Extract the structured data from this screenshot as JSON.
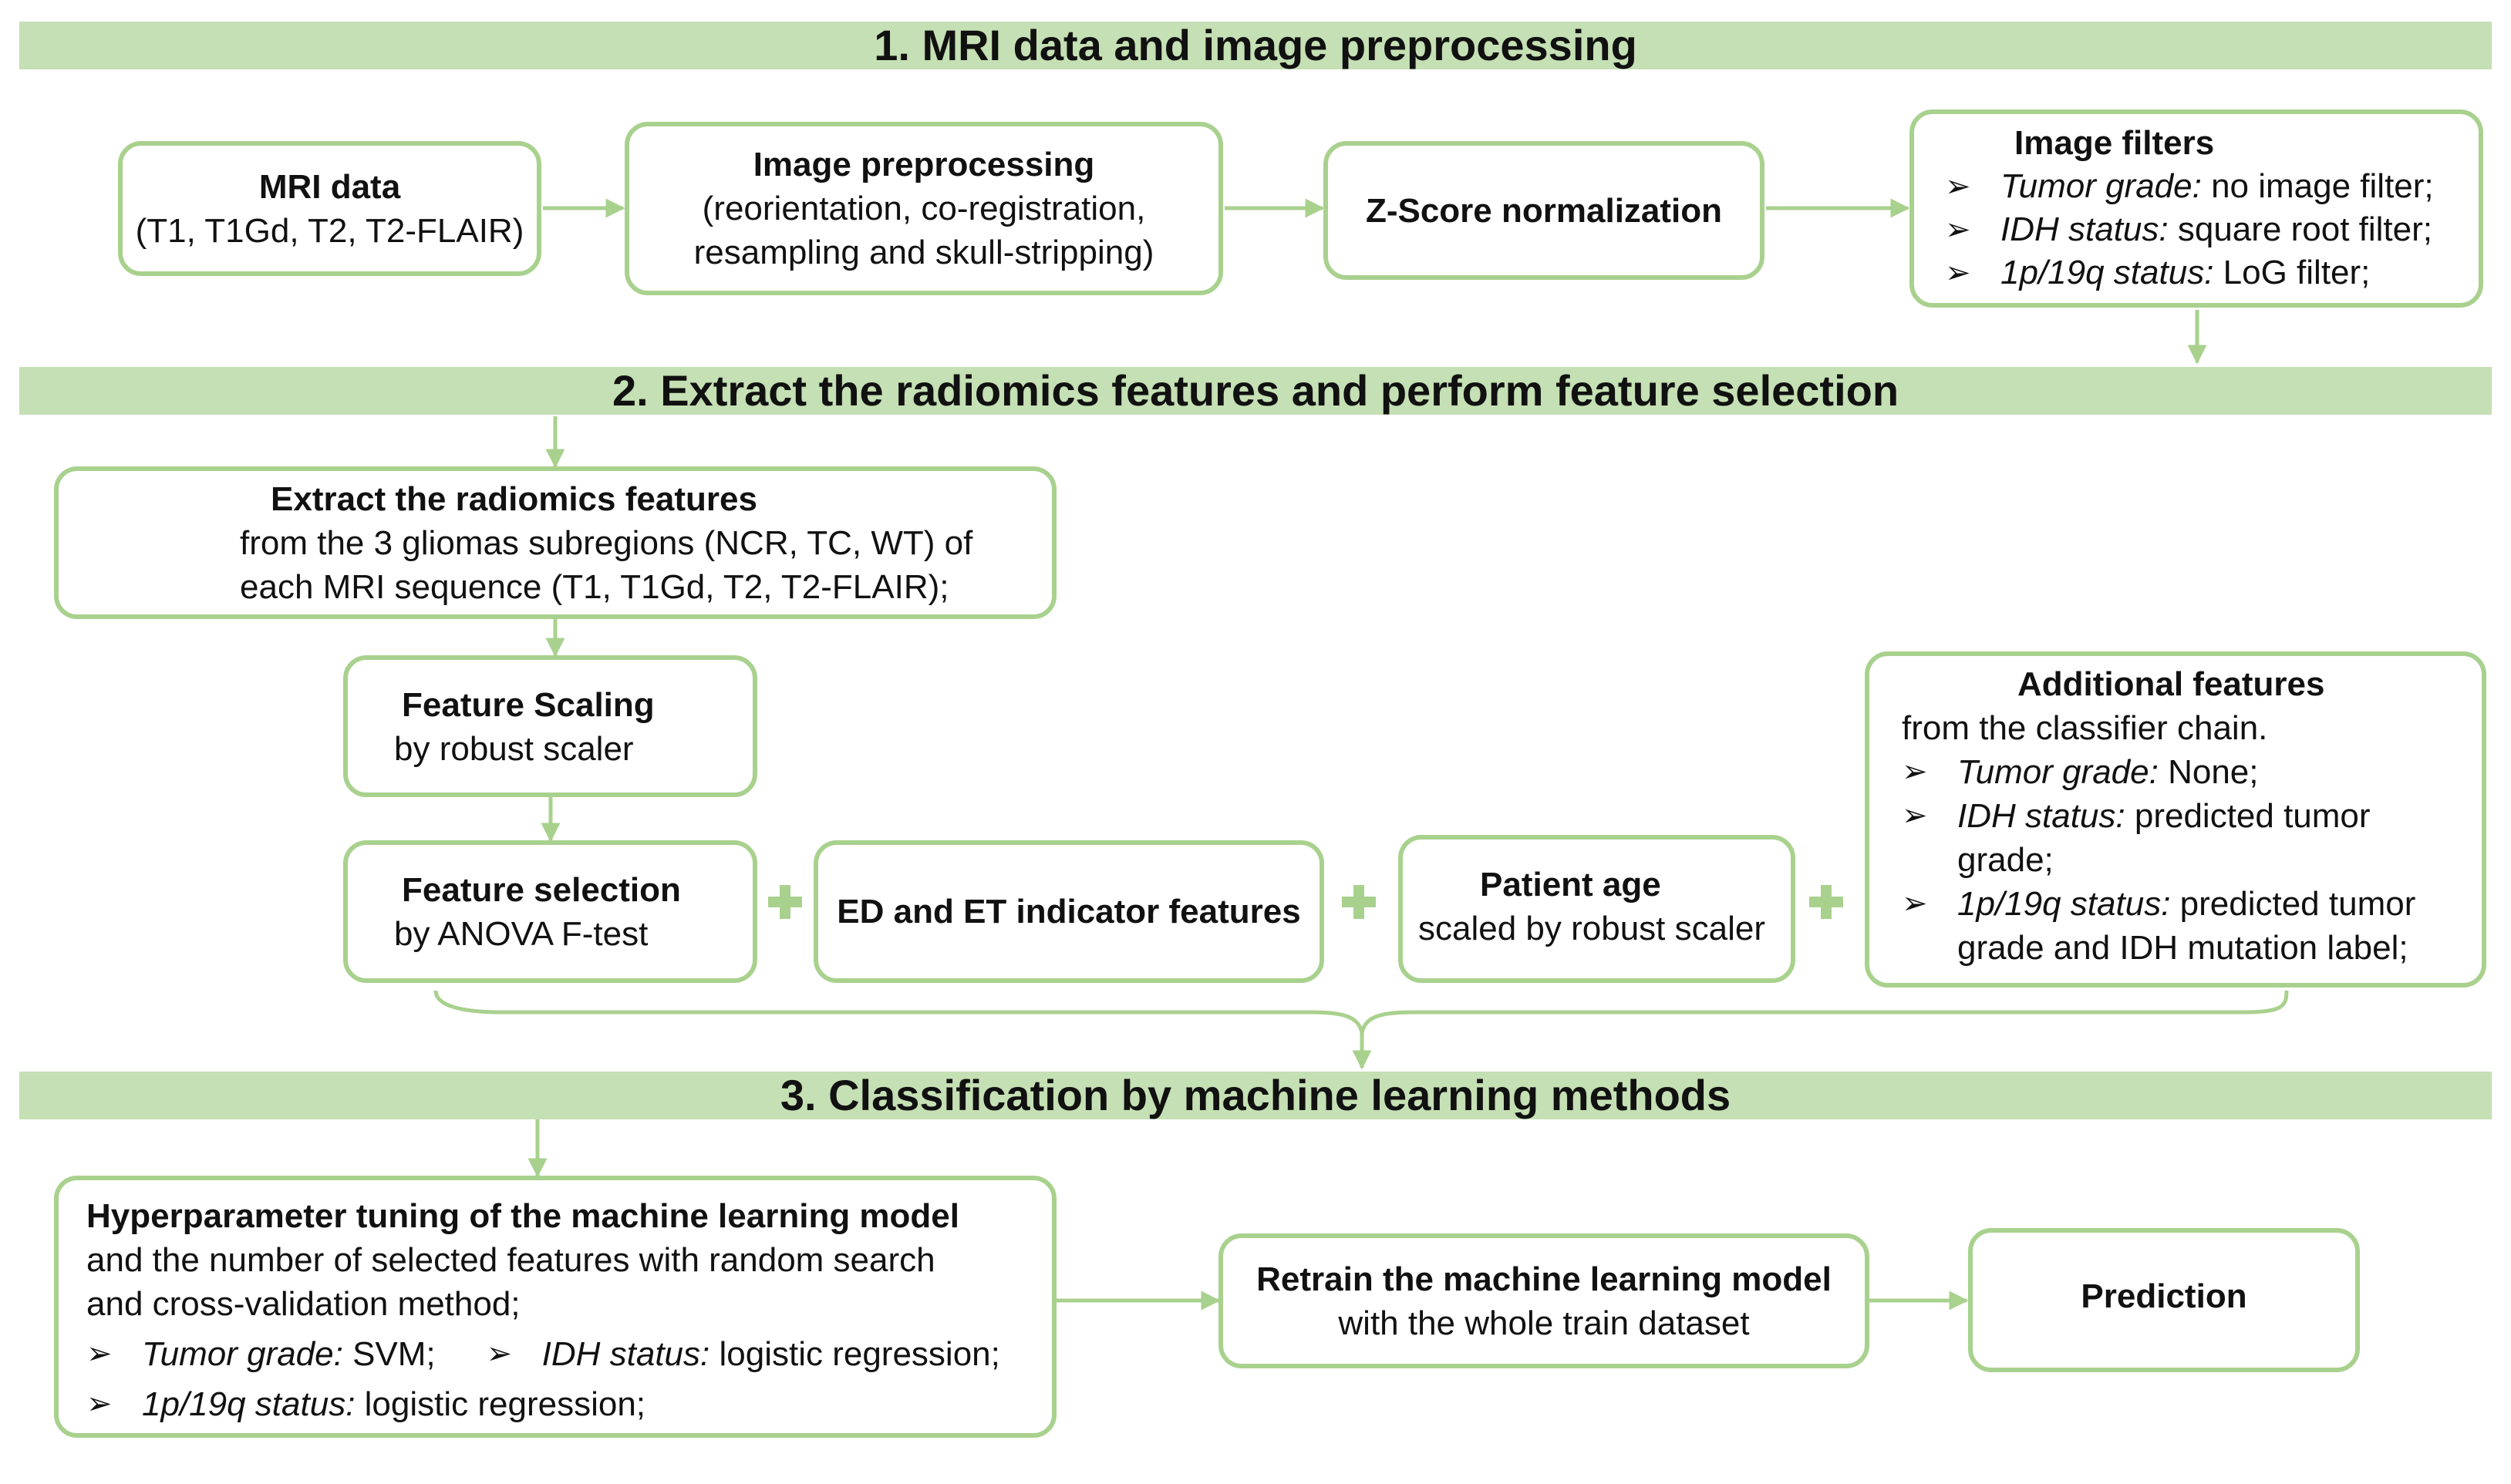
{
  "sections": {
    "s1": "1. MRI data and image preprocessing",
    "s2": "2. Extract the radiomics features and perform feature selection",
    "s3": "3. Classification by machine learning methods"
  },
  "mri_data": {
    "title": "MRI data",
    "line": "(T1, T1Gd, T2, T2-FLAIR)"
  },
  "preprocessing": {
    "title": "Image preprocessing",
    "line1": "(reorientation, co-registration,",
    "line2": "resampling and skull-stripping)"
  },
  "zscore": {
    "title": "Z-Score normalization"
  },
  "filters": {
    "title": "Image filters",
    "items": [
      {
        "label": "Tumor grade:",
        "text": " no image filter;"
      },
      {
        "label": "IDH status:",
        "text": " square root filter;"
      },
      {
        "label": "1p/19q status:",
        "text": " LoG filter;"
      }
    ]
  },
  "extract": {
    "title": "Extract the radiomics features",
    "line1": "from the 3 gliomas subregions (NCR, TC, WT) of",
    "line2": "each MRI sequence (T1, T1Gd, T2, T2-FLAIR);"
  },
  "scaling": {
    "title": "Feature Scaling",
    "line": "by robust scaler"
  },
  "selection": {
    "title": "Feature selection",
    "line": "by ANOVA F-test"
  },
  "indicator": {
    "title": "ED and ET indicator features"
  },
  "age": {
    "title": "Patient age",
    "line": "scaled by robust scaler"
  },
  "additional": {
    "title": "Additional features",
    "line": "from the classifier chain.",
    "items": [
      {
        "label": "Tumor grade:",
        "text": " None;"
      },
      {
        "label": "IDH status:",
        "text": " predicted tumor grade;"
      },
      {
        "label": "1p/19q status:",
        "text": " predicted tumor grade and IDH mutation label;"
      }
    ]
  },
  "tuning": {
    "title": "Hyperparameter tuning of the machine learning model",
    "line1": "and the number of selected features with random search",
    "line2": "and cross-validation method;",
    "items": [
      {
        "label": "Tumor grade:",
        "text": " SVM;"
      },
      {
        "label": "IDH status:",
        "text": " logistic regression;"
      },
      {
        "label": "1p/19q status:",
        "text": " logistic regression;"
      }
    ]
  },
  "retrain": {
    "title": "Retrain the machine learning model",
    "line": "with the whole train dataset"
  },
  "prediction": {
    "title": "Prediction"
  },
  "bullet_glyph": "➢",
  "colors": {
    "banner": "#c5e0b4",
    "border": "#a9d18e",
    "arrow": "#a9d18e"
  }
}
